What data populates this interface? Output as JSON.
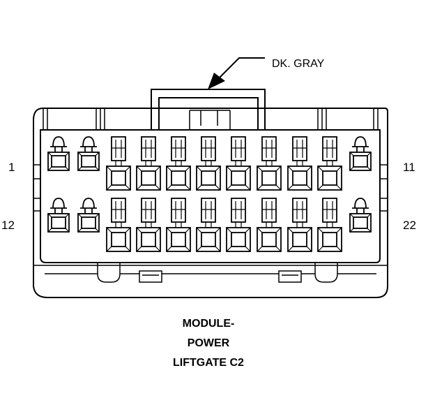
{
  "connector": {
    "wire_color_label": "DK. GRAY",
    "pin_labels": {
      "top_left": "1",
      "top_right": "11",
      "bottom_left": "12",
      "bottom_right": "22"
    },
    "title_lines": [
      "MODULE-",
      "POWER",
      "LIFTGATE C2"
    ],
    "rows": [
      [
        "small",
        "small",
        "large",
        "large",
        "large",
        "large",
        "large",
        "large",
        "large",
        "large",
        "small"
      ],
      [
        "small",
        "small",
        "large",
        "large",
        "large",
        "large",
        "large",
        "large",
        "large",
        "large",
        "small"
      ]
    ]
  }
}
